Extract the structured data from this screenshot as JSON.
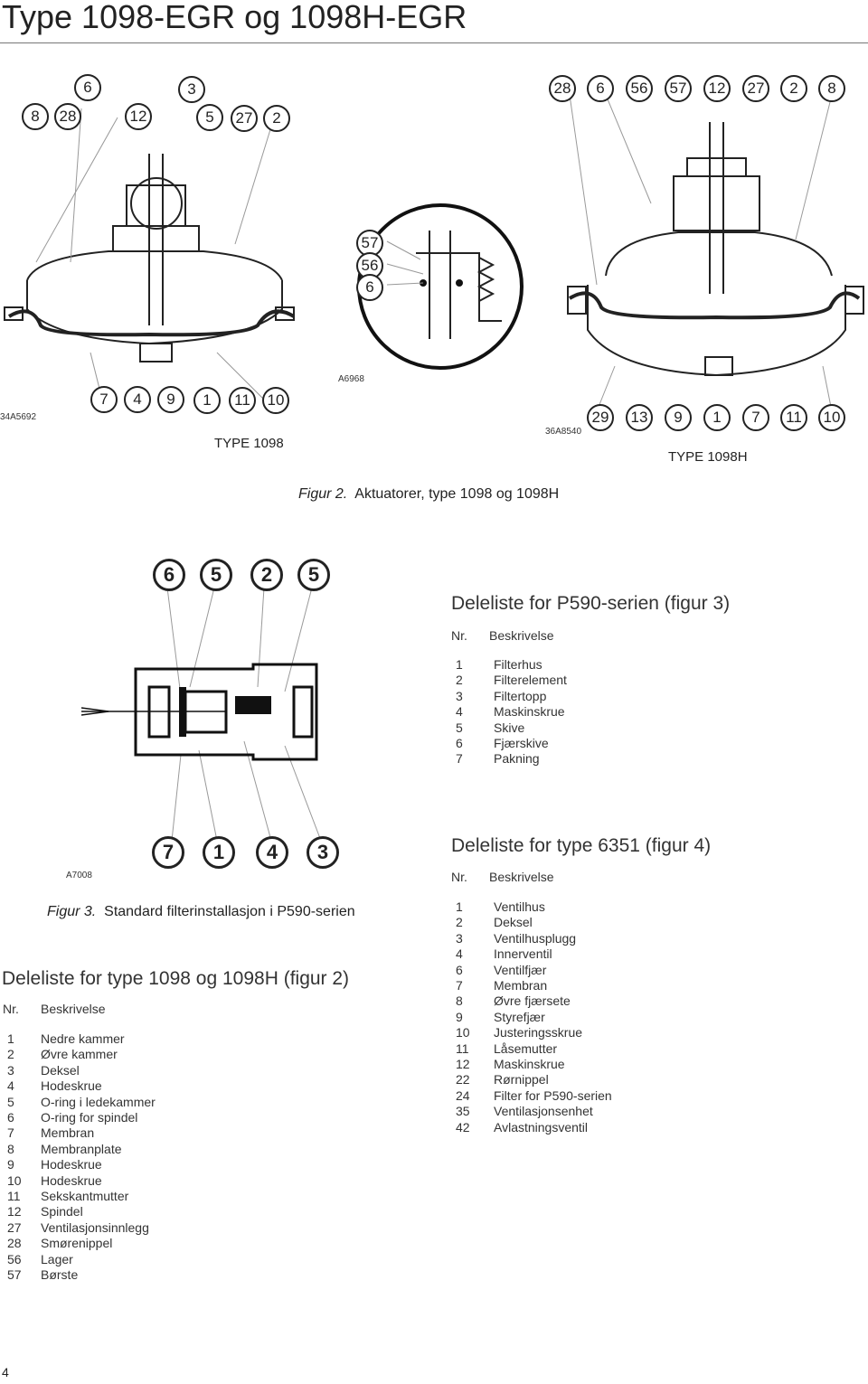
{
  "page": {
    "title": "Type 1098-EGR og 1098H-EGR",
    "page_number": "4"
  },
  "figure2": {
    "left_callouts_top": [
      "6",
      "3"
    ],
    "left_callouts_row": [
      "8",
      "28",
      "12",
      "5",
      "27",
      "2"
    ],
    "right_callouts_top": [
      "28",
      "6",
      "56",
      "57",
      "12",
      "27",
      "2",
      "8"
    ],
    "detail_callouts": [
      "57",
      "56",
      "6"
    ],
    "left_callouts_bottom": [
      "7",
      "4",
      "9",
      "1",
      "11",
      "10"
    ],
    "right_callouts_bottom": [
      "29",
      "13",
      "9",
      "1",
      "7",
      "11",
      "10"
    ],
    "code_left": "34A5692",
    "code_detail": "A6968",
    "code_right": "36A8540",
    "label_left": "TYPE 1098",
    "label_right": "TYPE 1098H",
    "caption_fig": "Figur 2.",
    "caption_text": "Aktuatorer, type 1098 og 1098H"
  },
  "figure3": {
    "callouts_top": [
      "6",
      "5",
      "2",
      "5"
    ],
    "callouts_bottom": [
      "7",
      "1",
      "4",
      "3"
    ],
    "code": "A7008",
    "caption_fig": "Figur 3.",
    "caption_text": "Standard filterinstallasjon i P590-serien"
  },
  "parts_p590": {
    "heading": "Deleliste for P590-serien (figur 3)",
    "col_nr": "Nr.",
    "col_desc": "Beskrivelse",
    "rows": [
      {
        "nr": "1",
        "desc": "Filterhus"
      },
      {
        "nr": "2",
        "desc": "Filterelement"
      },
      {
        "nr": "3",
        "desc": "Filtertopp"
      },
      {
        "nr": "4",
        "desc": "Maskinskrue"
      },
      {
        "nr": "5",
        "desc": "Skive"
      },
      {
        "nr": "6",
        "desc": "Fjærskive"
      },
      {
        "nr": "7",
        "desc": "Pakning"
      }
    ]
  },
  "parts_6351": {
    "heading": "Deleliste for type 6351 (figur 4)",
    "col_nr": "Nr.",
    "col_desc": "Beskrivelse",
    "rows": [
      {
        "nr": "1",
        "desc": "Ventilhus"
      },
      {
        "nr": "2",
        "desc": "Deksel"
      },
      {
        "nr": "3",
        "desc": "Ventilhusplugg"
      },
      {
        "nr": "4",
        "desc": "Innerventil"
      },
      {
        "nr": "6",
        "desc": "Ventilfjær"
      },
      {
        "nr": "7",
        "desc": "Membran"
      },
      {
        "nr": "8",
        "desc": "Øvre fjærsete"
      },
      {
        "nr": "9",
        "desc": "Styrefjær"
      },
      {
        "nr": "10",
        "desc": "Justeringsskrue"
      },
      {
        "nr": "11",
        "desc": "Låsemutter"
      },
      {
        "nr": "12",
        "desc": "Maskinskrue"
      },
      {
        "nr": "22",
        "desc": "Rørnippel"
      },
      {
        "nr": "24",
        "desc": "Filter for P590-serien"
      },
      {
        "nr": "35",
        "desc": "Ventilasjonsenhet"
      },
      {
        "nr": "42",
        "desc": "Avlastningsventil"
      }
    ]
  },
  "parts_1098": {
    "heading": "Deleliste for type 1098 og 1098H (figur 2)",
    "col_nr": "Nr.",
    "col_desc": "Beskrivelse",
    "rows": [
      {
        "nr": "1",
        "desc": "Nedre kammer"
      },
      {
        "nr": "2",
        "desc": "Øvre kammer"
      },
      {
        "nr": "3",
        "desc": "Deksel"
      },
      {
        "nr": "4",
        "desc": "Hodeskrue"
      },
      {
        "nr": "5",
        "desc": "O-ring i ledekammer"
      },
      {
        "nr": "6",
        "desc": "O-ring for spindel"
      },
      {
        "nr": "7",
        "desc": "Membran"
      },
      {
        "nr": "8",
        "desc": "Membranplate"
      },
      {
        "nr": "9",
        "desc": "Hodeskrue"
      },
      {
        "nr": "10",
        "desc": "Hodeskrue"
      },
      {
        "nr": "11",
        "desc": "Sekskantmutter"
      },
      {
        "nr": "12",
        "desc": "Spindel"
      },
      {
        "nr": "27",
        "desc": "Ventilasjonsinnlegg"
      },
      {
        "nr": "28",
        "desc": "Smørenippel"
      },
      {
        "nr": "56",
        "desc": "Lager"
      },
      {
        "nr": "57",
        "desc": "Børste"
      }
    ]
  }
}
